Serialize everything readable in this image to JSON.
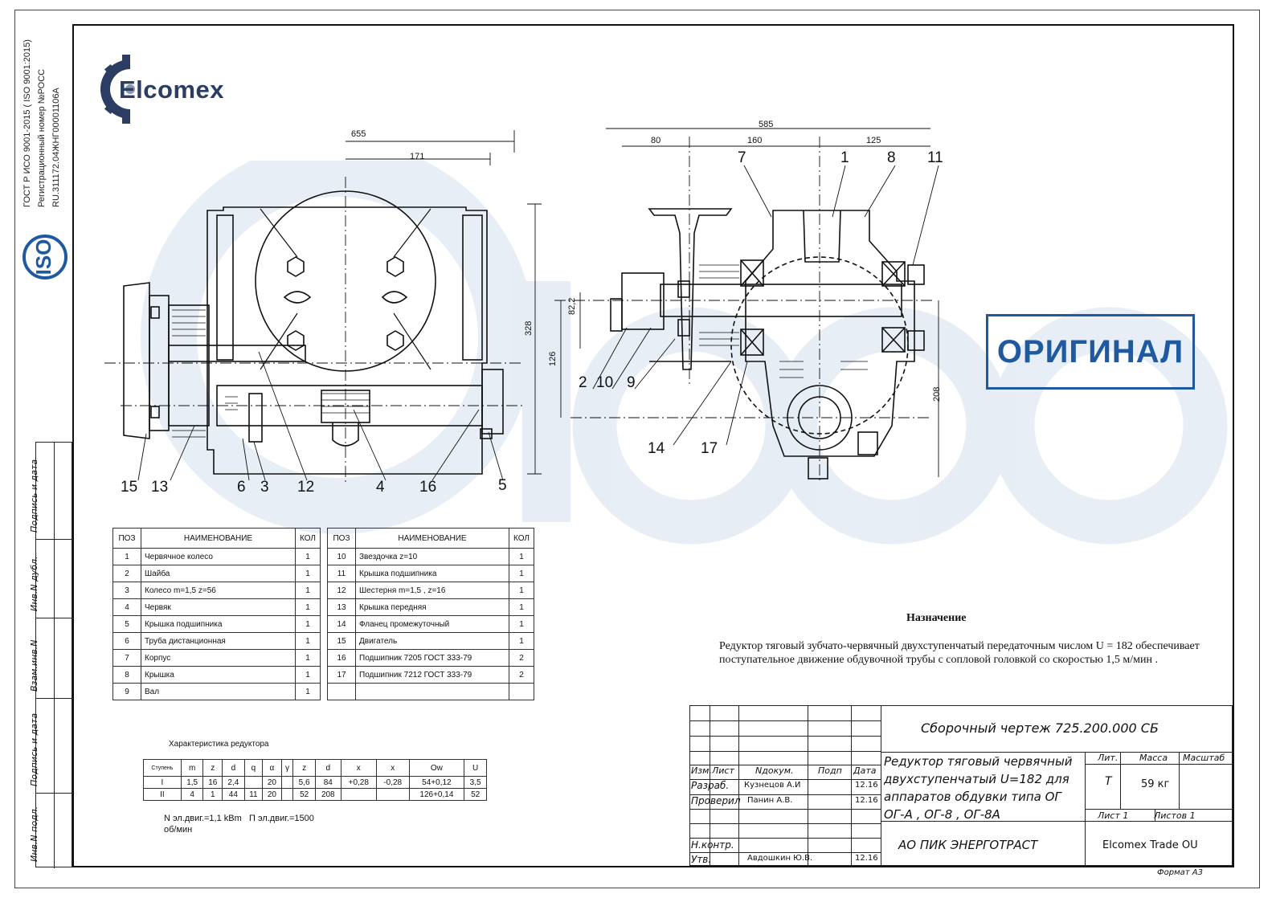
{
  "company": {
    "logo_text": "Elcomex"
  },
  "certification": {
    "line1": "ГОСТ Р ИСО 9001-2015 ( ISO 9001:2015)",
    "line2": "Регистрационный номер №РОСС",
    "line3": "RU.311172.04ЖНГ00001106А",
    "iso_mark": "ISO"
  },
  "stamp": {
    "text": "ОРИГИНАЛ"
  },
  "sidebar": {
    "cells": [
      "Подпись и дата",
      "Инв.N дубл.",
      "Взам.инв.N",
      "Подпись и дата",
      "Инв.N подл."
    ]
  },
  "drawing": {
    "left_dims": [
      "655",
      "171",
      "328"
    ],
    "right_dims": [
      "585",
      "80",
      "160",
      "125",
      "82,2",
      "126",
      "208"
    ],
    "left_callouts": [
      "15",
      "13",
      "6",
      "3",
      "12",
      "4",
      "16",
      "5"
    ],
    "right_callouts": [
      "7",
      "1",
      "8",
      "11",
      "2",
      "10",
      "9",
      "14",
      "17"
    ]
  },
  "parts_header": {
    "pos": "ПОЗ",
    "name": "НАИМЕНОВАНИЕ",
    "qty": "КОЛ"
  },
  "parts_left": [
    {
      "pos": "1",
      "name": "Червячное колесо",
      "qty": "1"
    },
    {
      "pos": "2",
      "name": "Шайба",
      "qty": "1"
    },
    {
      "pos": "3",
      "name": "  Колесо   m=1,5    z=56",
      "qty": "1"
    },
    {
      "pos": "4",
      "name": "Червяк",
      "qty": "1"
    },
    {
      "pos": "5",
      "name": "Крышка подшипника",
      "qty": "1"
    },
    {
      "pos": "6",
      "name": "Труба дистанционная",
      "qty": "1"
    },
    {
      "pos": "7",
      "name": "Корпус",
      "qty": "1"
    },
    {
      "pos": "8",
      "name": "Крышка",
      "qty": "1"
    },
    {
      "pos": "9",
      "name": "Вал",
      "qty": "1"
    }
  ],
  "parts_right": [
    {
      "pos": "10",
      "name": "Звездочка  z=10",
      "qty": "1"
    },
    {
      "pos": "11",
      "name": "Крышка подшипника",
      "qty": "1"
    },
    {
      "pos": "12",
      "name": "Шестерня      m=1,5  ,  z=16",
      "qty": "1"
    },
    {
      "pos": "13",
      "name": "Крышка передняя",
      "qty": "1"
    },
    {
      "pos": "14",
      "name": "Фланец промежуточный",
      "qty": "1"
    },
    {
      "pos": "15",
      "name": "Двигатель",
      "qty": "1"
    },
    {
      "pos": "16",
      "name": "Подшипник 7205       ГОСТ 333-79",
      "qty": "2"
    },
    {
      "pos": "17",
      "name": "Подшипник 7212       ГОСТ 333-79",
      "qty": "2"
    },
    {
      "pos": "",
      "name": "",
      "qty": ""
    }
  ],
  "characteristics": {
    "title": "Характеристика редуктора",
    "headers": [
      "Ступень",
      "m",
      "z",
      "d",
      "q",
      "α",
      "γ",
      "z",
      "d",
      "x",
      "x",
      "Ow",
      "U"
    ],
    "rows": [
      [
        "I",
        "1,5",
        "16",
        "2,4",
        "",
        "20",
        "",
        "5,6",
        "84",
        "+0,28",
        "-0,28",
        "54+0,12",
        "3,5"
      ],
      [
        "II",
        "4",
        "1",
        "44",
        "11",
        "20",
        "",
        "52",
        "208",
        "",
        "",
        "126+0,14",
        "52"
      ]
    ],
    "motor_power": "N эл.двиг.=1,1 kBm",
    "motor_speed": "П эл.двиг.=1500",
    "speed_unit": "об/мин"
  },
  "purpose": {
    "title": "Назначение",
    "text": "Редуктор тяговый  зубчато-червячный двухступенчатый передаточным числом  U = 182 обеспечивает поступательное движение обдувочной  трубы с сопловой головкой со скоростью 1,5 м/мин ."
  },
  "title_block": {
    "doc_title": "Сборочный чертеж 725.200.000 СБ",
    "product_name": "Редуктор тяговый червячный двухступенчатый  U=182 для аппаратов обдувки типа ОГ ОГ-А , ОГ-8 , ОГ-8А",
    "col_izm": "Изм.",
    "col_list": "Лист",
    "col_ndok": "Nдокум.",
    "col_podp": "Подп",
    "col_data": "Дата",
    "row_razrab": "Разраб.",
    "razrab_name": "Кузнецов А.И",
    "razrab_date": "12.16",
    "row_proveril": "Проверил",
    "proveril_name": "Панин А.В.",
    "proveril_date": "12.16",
    "row_nkontr": "Н.контр.",
    "row_utv": "Утв.",
    "utv_name": "Авдошкин Ю.В.",
    "utv_date": "12.16",
    "lit_label": "Лит.",
    "lit_value": "Т",
    "mass_label": "Масса",
    "mass_value": "59 кг",
    "scale_label": "Масштаб",
    "sheet_label": "Лист 1",
    "sheets_label": "Листов 1",
    "organization": "АО ПИК ЭНЕРГОТРАСТ",
    "company": "Elcomex Trade OU",
    "format": "Формат  А3"
  },
  "colors": {
    "stamp": "#1f5aa0",
    "logo": "#2c3d64",
    "watermark": "#dbe6f1"
  }
}
